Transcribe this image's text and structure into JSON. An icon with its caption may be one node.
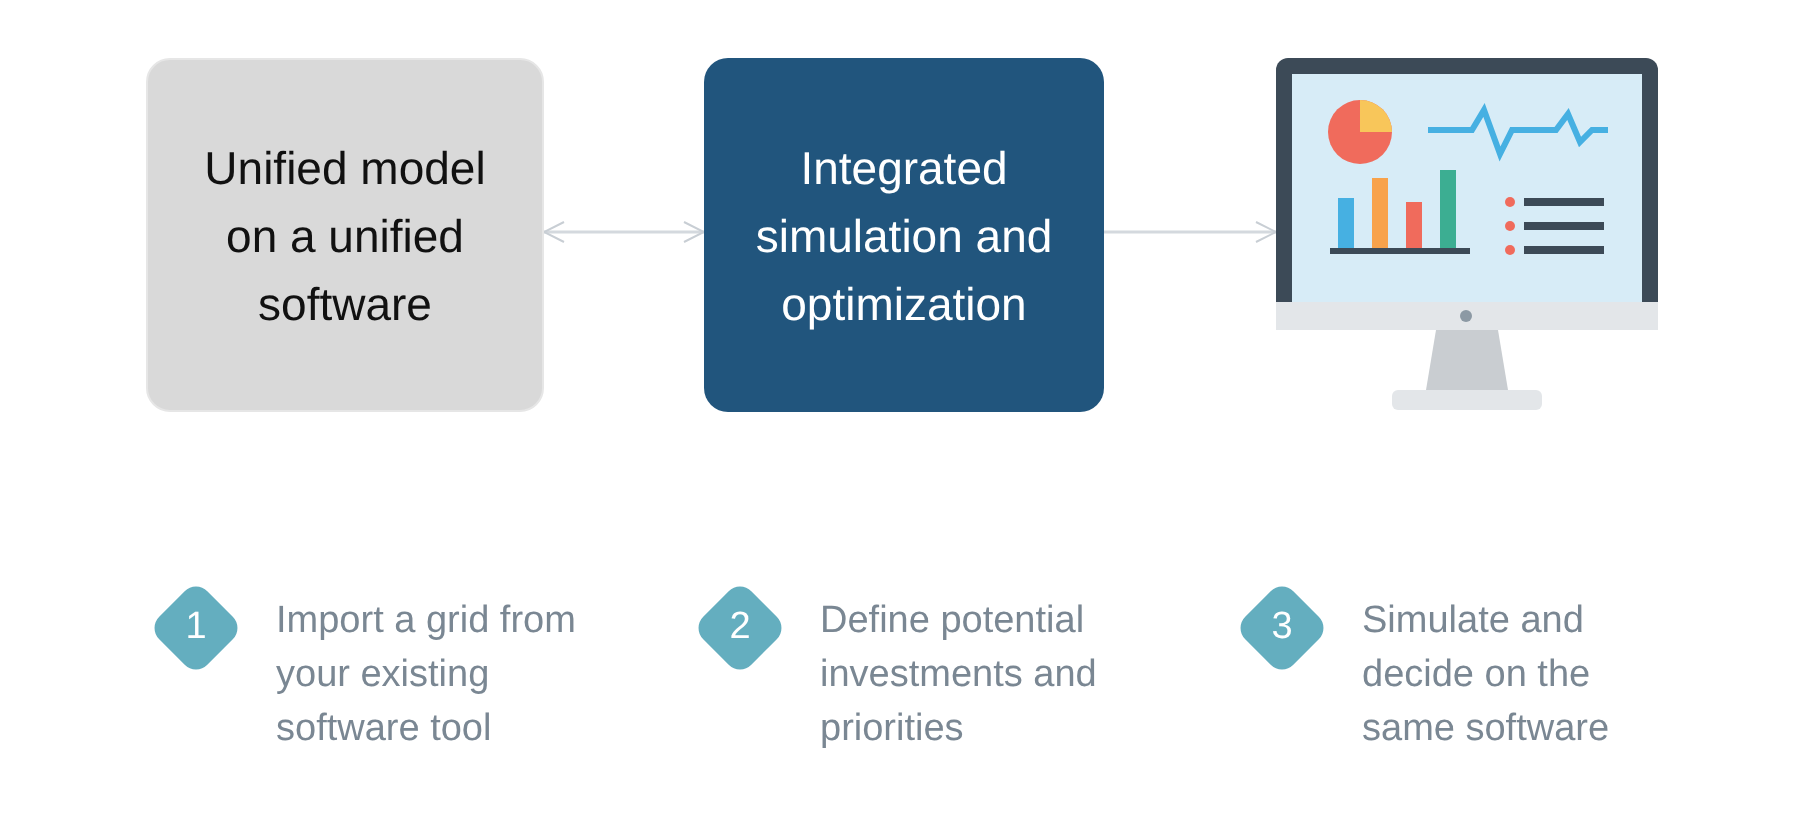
{
  "diagram": {
    "nodes": [
      {
        "text": [
          "Unified model on a unified software"
        ]
      },
      {
        "text": [
          "Integrated simulation and optimization"
        ]
      },
      {
        "text": [],
        "shape": "picture"
      },
      {
        "text": [
          "1"
        ],
        "beside": [
          "Import a grid from your existing software tool"
        ]
      },
      {
        "text": [
          "2"
        ],
        "beside": [
          "Define potential investments and priorities"
        ]
      },
      {
        "text": [
          "3"
        ],
        "beside": [
          "Simulate and decide on the same software"
        ]
      }
    ],
    "edges": [
      {
        "from": 0,
        "to": 1,
        "arrow": "both"
      },
      {
        "from": 1,
        "to": 2,
        "arrow": "to"
      }
    ]
  }
}
